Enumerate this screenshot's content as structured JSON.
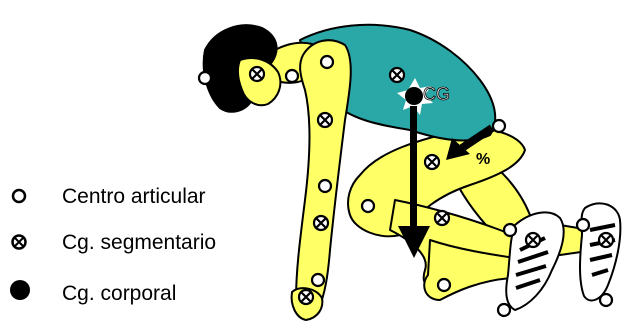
{
  "legend": {
    "items": [
      {
        "symbol": "open-circle",
        "label": "Centro articular"
      },
      {
        "symbol": "crossed-circle",
        "label": "Cg. segmentario"
      },
      {
        "symbol": "filled-circle",
        "label": "Cg. corporal"
      }
    ]
  },
  "figure": {
    "cg_label": "CG",
    "percent_label": "%"
  },
  "colors": {
    "skin": "#ffff66",
    "shirt": "#2aa7a7",
    "hair": "#000000",
    "outline": "#000000"
  }
}
